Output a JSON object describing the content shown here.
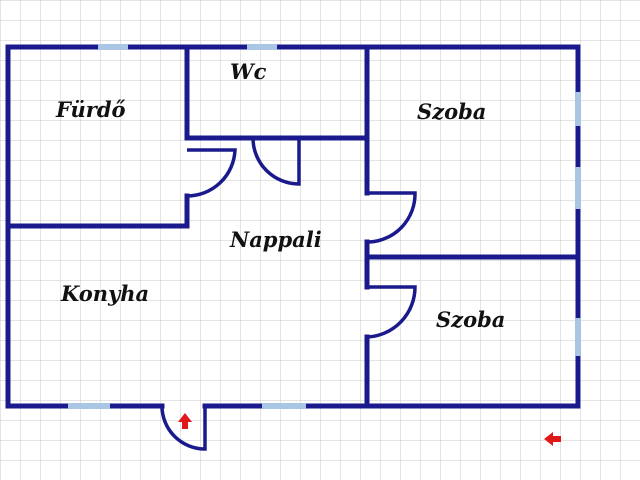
{
  "colors": {
    "wall": "#1a1a8c",
    "window": "#a9c7e4",
    "door_arc": "#1a1a8c",
    "grid": "#c9c9c9",
    "arrow": "#e01818"
  },
  "rooms": {
    "furdo": "Fürdő",
    "wc": "Wc",
    "szoba_1": "Szoba",
    "nappali": "Nappali",
    "konyha": "Konyha",
    "szoba_2": "Szoba"
  },
  "markers": {
    "entrance_arrow": "up-arrow-icon",
    "orientation_arrow": "left-arrow-icon"
  }
}
